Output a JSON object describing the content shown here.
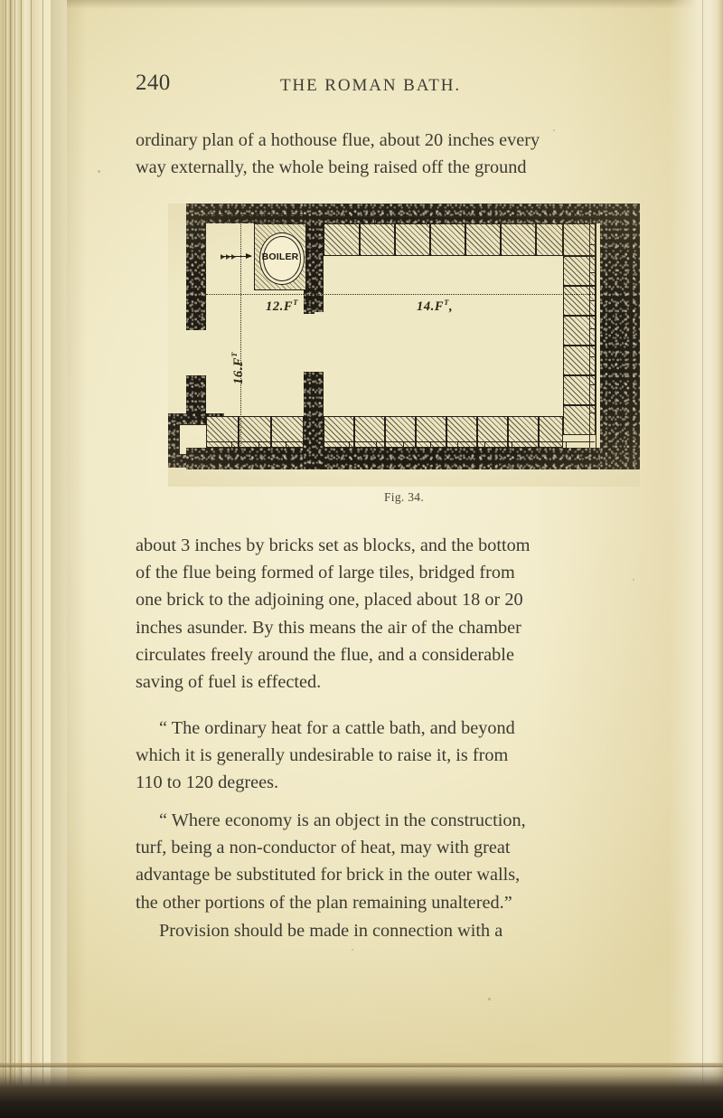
{
  "page": {
    "folio": "240",
    "running_head": "THE ROMAN BATH."
  },
  "paragraphs": {
    "p1": {
      "lines": [
        "ordinary plan of a hothouse flue, about 20 inches every",
        "way externally, the whole being raised off the ground"
      ]
    },
    "p2": {
      "lines": [
        "about 3 inches by bricks set as blocks, and the bottom",
        "of the flue being formed of large tiles, bridged from",
        "one brick to the adjoining one, placed about 18 or 20",
        "inches asunder.  By this means the air of the chamber",
        "circulates freely around the flue, and a considerable",
        "saving of fuel is effected."
      ]
    },
    "p3": {
      "lines": [
        "“ The ordinary heat for a cattle bath, and beyond",
        "which it is generally undesirable to raise it, is from",
        "110 to 120 degrees."
      ]
    },
    "p4": {
      "lines": [
        "“ Where economy is an object in the construction,",
        "turf, being a non-conductor of heat, may with great",
        "advantage be substituted for brick in the outer walls,",
        "the other portions of the plan remaining unaltered.”"
      ]
    },
    "p5": {
      "lines": [
        "Provision should be made in connection with a"
      ]
    }
  },
  "figure": {
    "caption": "Fig. 34.",
    "boiler_label": "BOILER",
    "dimensions": {
      "width_left": "12.F",
      "width_left_sup": "T",
      "width_right": "14.F",
      "width_right_sup": "T",
      "height": "16.F",
      "height_sup": "T"
    },
    "description": "Ground plan of a Roman bath showing hothouse flue circuit, boiler position and chamber dimensions",
    "colors": {
      "ink": "#201c14",
      "paper": "#efe8c4",
      "hatch": "#ece5c0"
    }
  }
}
